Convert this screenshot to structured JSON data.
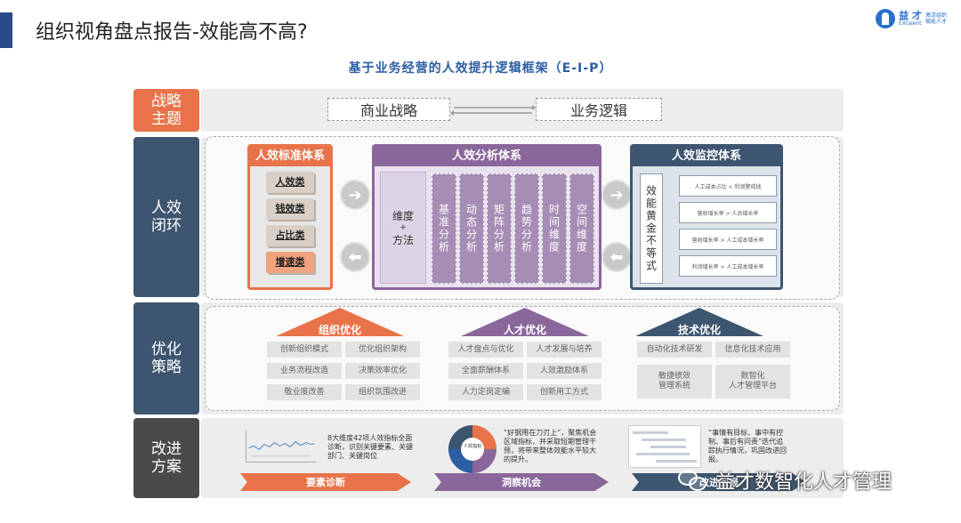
{
  "header": {
    "title": "组织视角盘点报告-效能高不高?",
    "logo_main": "益 才",
    "logo_latin": "EXtalent",
    "logo_sub1": "激活组织",
    "logo_sub2": "赋能人才"
  },
  "diagram_title": "基于业务经营的人效提升逻辑框架（E-I-P）",
  "rows": {
    "strategy": "战略\n主题",
    "loop": "人效\n闭环",
    "optimize": "优化\n策略",
    "improve": "改进\n方案"
  },
  "strategy": {
    "left": "商业战略",
    "right": "业务逻辑"
  },
  "standard": {
    "title": "人效标准体系",
    "items": [
      "人效类",
      "钱效类",
      "占比类",
      "增速类"
    ]
  },
  "analysis": {
    "title": "人效分析体系",
    "dim_line1": "维度",
    "dim_plus": "+",
    "dim_line2": "方法",
    "cols": [
      "基准分析",
      "动态分析",
      "矩阵分析",
      "趋势分析",
      "时间维度",
      "空间维度"
    ]
  },
  "monitor": {
    "title": "人效监控体系",
    "vertical": "效能黄金不等式",
    "items": [
      "人工成本占比 < 利润警戒线",
      "营收增长率 > 人员增长率",
      "营收增长率 > 人工成本增长率",
      "利润增长率 > 人工成本增长率"
    ]
  },
  "arrows": {
    "right": "➔",
    "left": "⬅"
  },
  "optimize": {
    "org": {
      "title": "组织优化",
      "cells": [
        "创新组织模式",
        "优化组织架构",
        "业务流程改造",
        "决策效率优化",
        "敬业度改善",
        "组织氛围改进"
      ]
    },
    "talent": {
      "title": "人才优化",
      "cells": [
        "人才盘点与优化",
        "人才发展与培养",
        "全面薪酬体系",
        "人效激励体系",
        "人力定岗定编",
        "创新用工方式"
      ]
    },
    "tech": {
      "title": "技术优化",
      "cells": [
        "自动化技术研发",
        "信息化技术应用",
        "敏捷绩效\n管理系统",
        "数智化\n人才管理平台"
      ]
    }
  },
  "improve": {
    "text1": "8大维度42项人效指标全面诊断，识别关键要素、关键部门、关键岗位",
    "text2": "“好钢用在刀刃上”，聚焦机会区域指标，并采取短期管理干预，将带来整体效能水平较大的提升。",
    "text3": "“事情有目标、事中有控制、事后有问责”迭代追踪执行情况，巩固改进回报。",
    "ribbon1": "要素诊断",
    "ribbon2": "洞察机会",
    "ribbon3": "改进回报",
    "donut_label": "人效指标"
  },
  "watermark": "益才数智化人才管理",
  "colors": {
    "orange": "#e8734a",
    "purple": "#8a679a",
    "navy": "#3e5570",
    "blue": "#2b5ea3"
  }
}
